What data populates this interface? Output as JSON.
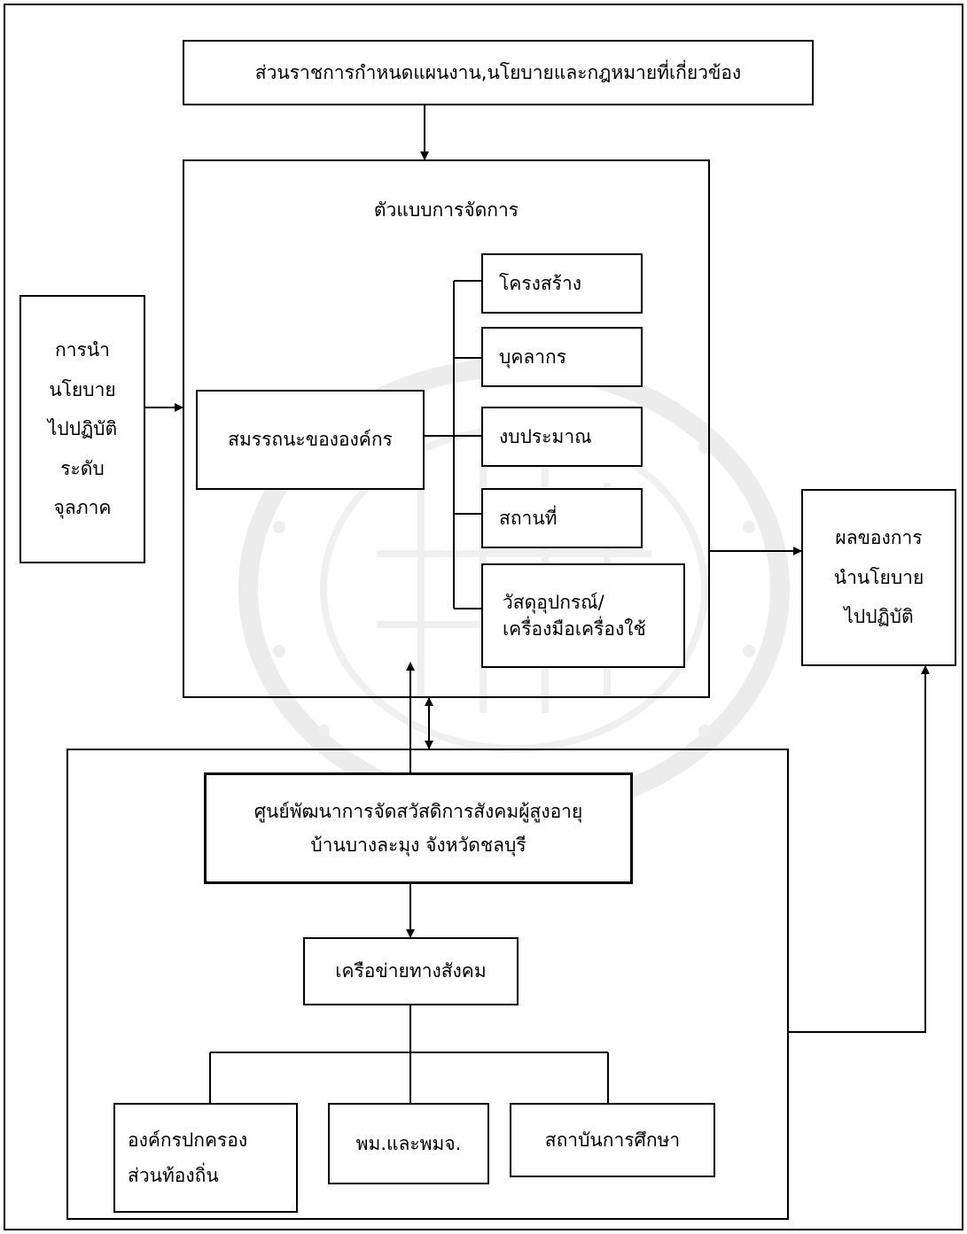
{
  "diagram": {
    "top_box": "ส่วนราชการกำหนดแผนงาน,นโยบายและกฎหมายที่เกี่ยวข้อง",
    "management_model": {
      "title": "ตัวแบบการจัดการ",
      "competency": "สมรรถนะขององค์กร",
      "components": [
        "โครงสร้าง",
        "บุคลากร",
        "งบประมาณ",
        "สถานที่",
        "วัสดุอุปกรณ์/\nเครื่องมือเครื่องใช้"
      ],
      "component_lines": [
        [
          "วัสดุอุปกรณ์/",
          "เครื่องมือเครื่องใช้"
        ]
      ]
    },
    "left_box": [
      "การนำ",
      "นโยบาย",
      "ไปปฏิบัติ",
      "ระดับ",
      "จุลภาค"
    ],
    "right_box": [
      "ผลของการ",
      "นำนโยบาย",
      "ไปปฏิบัติ"
    ],
    "center_box": [
      "ศูนย์พัฒนาการจัดสวัสดิการสังคมผู้สูงอายุ",
      "บ้านบางละมุง จังหวัดชลบุรี"
    ],
    "network": "เครือข่ายทางสังคม",
    "network_members": {
      "local_gov": [
        "องค์กรปกครอง",
        "ส่วนท้องถิ่น"
      ],
      "ministry": "พม.และพมจ.",
      "education": "สถาบันการศึกษา"
    }
  }
}
